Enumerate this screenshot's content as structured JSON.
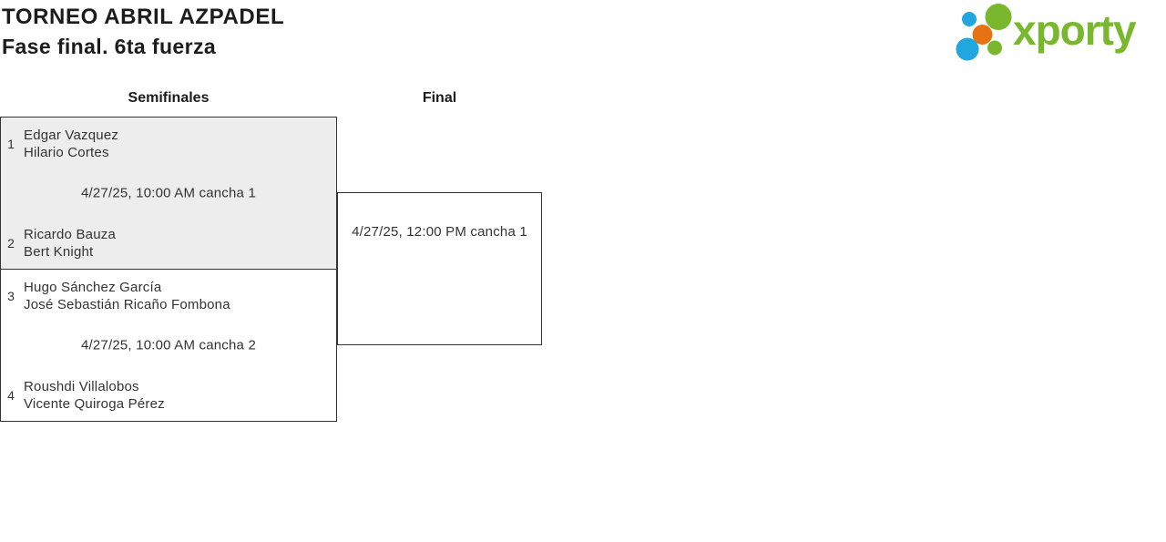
{
  "header": {
    "title": "TORNEO ABRIL AZPADEL",
    "subtitle": "Fase final. 6ta fuerza"
  },
  "logo": {
    "text": "xporty",
    "green": "#78b72e",
    "blue": "#22a6df",
    "orange": "#e67313"
  },
  "colors": {
    "box_border": "#333333",
    "box_highlight": "#ededed",
    "text": "#333333"
  },
  "bracket": {
    "round_headers": [
      {
        "label": "Semifinales"
      },
      {
        "label": "Final"
      }
    ],
    "matches": [
      {
        "round": "Semifinales",
        "schedule": "4/27/25, 10:00 AM cancha 1",
        "teams": [
          {
            "seed": "1",
            "players": [
              "Edgar Vazquez",
              "Hilario Cortes"
            ]
          },
          {
            "seed": "2",
            "players": [
              "Ricardo Bauza",
              "Bert Knight"
            ]
          }
        ]
      },
      {
        "round": "Semifinales",
        "schedule": "4/27/25, 10:00 AM cancha 2",
        "teams": [
          {
            "seed": "3",
            "players": [
              "Hugo Sánchez García",
              "José Sebastián Ricaño Fombona"
            ]
          },
          {
            "seed": "4",
            "players": [
              "Roushdi Villalobos",
              "Vicente Quiroga Pérez"
            ]
          }
        ]
      },
      {
        "round": "Final",
        "schedule": "4/27/25, 12:00 PM cancha 1",
        "teams": []
      }
    ]
  }
}
